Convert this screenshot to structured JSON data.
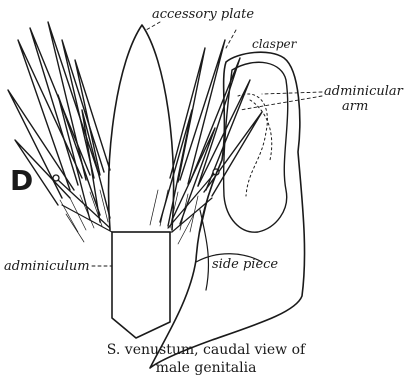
{
  "figure": {
    "panel_letter": "D",
    "labels": {
      "accessory_plate": "accessory plate",
      "clasper": "clasper",
      "adminicular_arm_line1": "adminicular",
      "adminicular_arm_line2": "arm",
      "adminiculum": "adminiculum",
      "side_piece": "side piece"
    },
    "caption": {
      "line1": "S. venustum, caudal view of",
      "line2": "male genitalia"
    }
  }
}
